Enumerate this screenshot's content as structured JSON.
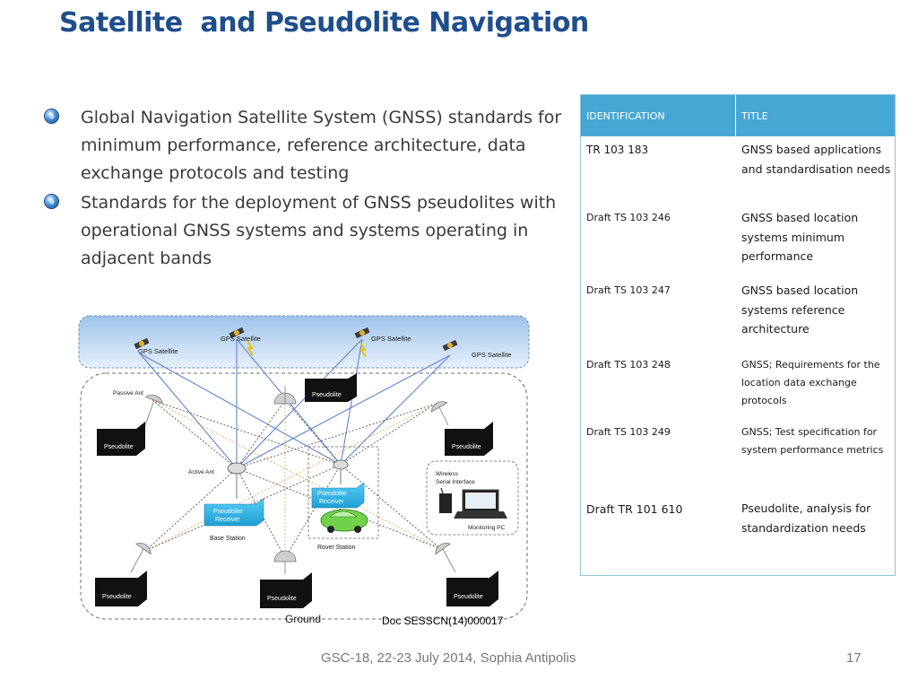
{
  "slide": {
    "title": "Satellite  and Pseudolite Navigation"
  },
  "bullets": [
    {
      "text": "Global Navigation Satellite System (GNSS) standards for minimum performance, reference architecture, data exchange protocols and testing"
    },
    {
      "text": "Standards for the deployment of GNSS pseudolites with operational GNSS systems and systems operating in adjacent bands"
    }
  ],
  "table": {
    "headers": {
      "identification": "IDENTIFICATION",
      "title": "TITLE"
    },
    "rows": [
      {
        "id": "TR 103 183",
        "title": "GNSS based applications and standardisation needs"
      },
      {
        "id": "Draft  TS 103 246",
        "title": "GNSS based location systems minimum performance"
      },
      {
        "id": "Draft  TS 103 247",
        "title": "GNSS based location systems reference architecture"
      },
      {
        "id": "Draft TS 103 248",
        "title": "GNSS; Requirements for the location data exchange protocols"
      },
      {
        "id": "Draft TS 103 249",
        "title": "GNSS; Test specification for system performance metrics"
      },
      {
        "id": "Draft TR 101 610",
        "title": "Pseudolite, analysis for standardization needs"
      }
    ]
  },
  "diagram": {
    "satellites": [
      "GPS Satellite",
      "GPS Satellite",
      "GPS Satellite",
      "GPS Satellite"
    ],
    "passive_ant": "Passive Ant",
    "active_ant": "Active Ant",
    "pseudolite": "Pseudolite",
    "pseudolite_receiver_line1": "Pseudolite",
    "pseudolite_receiver_line2": "Receiver",
    "base_station": "Base Station",
    "rover_station": "Rover Station",
    "wireless_line1": "Wireless",
    "wireless_line2": "Serial Interface",
    "monitoring_pc": "Monitoring PC",
    "ground": "Ground"
  },
  "doc_ref": "Doc SESSCN(14)000017",
  "footer": {
    "event": "GSC-18, 22-23 July 2014, Sophia Antipolis",
    "page_number": "17"
  },
  "colors": {
    "title": "#1f4e8c",
    "table_header": "#46a7d4",
    "receiver_box": "#29b6e6"
  }
}
